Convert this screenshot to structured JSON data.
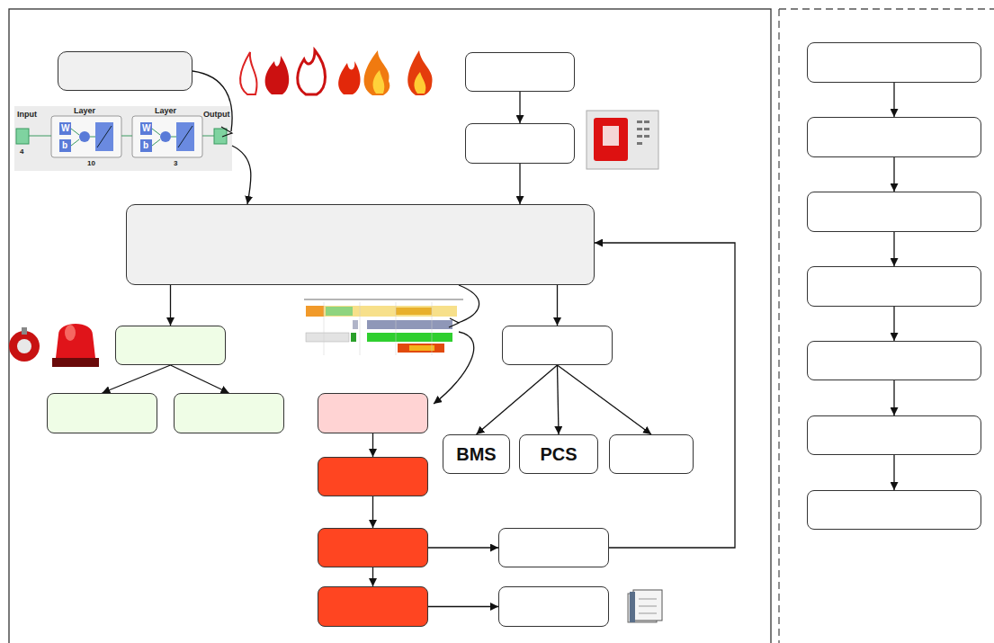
{
  "diagram": {
    "nodes": [
      {
        "text": []
      },
      {
        "text": []
      },
      {
        "text": []
      },
      {
        "text": []
      },
      {
        "text": []
      },
      {
        "text": []
      },
      {
        "text": []
      },
      {
        "text": []
      },
      {
        "text": []
      },
      {
        "text": [
          "BMS"
        ]
      },
      {
        "text": [
          "PCS"
        ]
      },
      {
        "text": []
      },
      {
        "text": []
      },
      {
        "text": []
      },
      {
        "text": []
      },
      {
        "text": []
      },
      {
        "text": []
      },
      {
        "text": []
      },
      {
        "text": []
      },
      {
        "text": []
      },
      {
        "text": []
      },
      {
        "text": []
      },
      {
        "text": []
      },
      {
        "text": []
      }
    ],
    "edges": [
      {
        "from": 0,
        "to": 3,
        "arrow": "to"
      },
      {
        "from": 1,
        "to": 2,
        "arrow": "to"
      },
      {
        "from": 2,
        "to": 3,
        "arrow": "to"
      },
      {
        "from": 3,
        "to": 4,
        "arrow": "to"
      },
      {
        "from": 4,
        "to": 5,
        "arrow": "to"
      },
      {
        "from": 4,
        "to": 6,
        "arrow": "to"
      },
      {
        "from": 3,
        "to": 7,
        "arrow": "to"
      },
      {
        "from": 3,
        "to": 8,
        "arrow": "to"
      },
      {
        "from": 8,
        "to": 9,
        "arrow": "to"
      },
      {
        "from": 8,
        "to": 10,
        "arrow": "to"
      },
      {
        "from": 8,
        "to": 11,
        "arrow": "to"
      },
      {
        "from": 7,
        "to": 12,
        "arrow": "to"
      },
      {
        "from": 12,
        "to": 13,
        "arrow": "to"
      },
      {
        "from": 13,
        "to": 14,
        "arrow": "to"
      },
      {
        "from": 13,
        "to": 15,
        "arrow": "to"
      },
      {
        "from": 15,
        "to": 16,
        "arrow": "to"
      },
      {
        "from": 14,
        "to": 3,
        "arrow": "to"
      },
      {
        "from": 17,
        "to": 18,
        "arrow": "to"
      },
      {
        "from": 18,
        "to": 19,
        "arrow": "to"
      },
      {
        "from": 19,
        "to": 20,
        "arrow": "to"
      },
      {
        "from": 20,
        "to": 21,
        "arrow": "to"
      },
      {
        "from": 21,
        "to": 22,
        "arrow": "to"
      },
      {
        "from": 22,
        "to": 23,
        "arrow": "to"
      }
    ],
    "labels": [
      "Input",
      "Layer",
      "Layer",
      "Output",
      "W",
      "b",
      "W",
      "b",
      "4",
      "10",
      "3"
    ]
  }
}
